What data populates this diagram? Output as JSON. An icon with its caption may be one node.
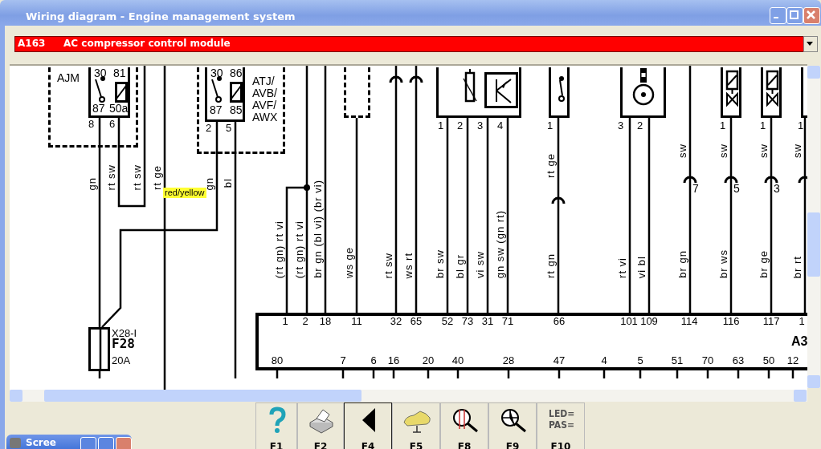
{
  "diagram": {
    "title": "Wiring diagram - Engine management system",
    "nodes": [
      {
        "text": [
          "AJM"
        ]
      },
      {
        "text": [
          "30",
          "81",
          "87",
          "50a"
        ],
        "in": 0,
        "beside": [
          "8",
          "6"
        ]
      },
      {
        "text": [
          "ATJ/ AVB/ AVF/ AWX"
        ]
      },
      {
        "text": [
          "30",
          "86",
          "87",
          "85"
        ],
        "in": 2,
        "beside": [
          "2",
          "5"
        ]
      },
      {
        "text": [],
        "shape": "box"
      },
      {
        "text": [],
        "shape": "box",
        "beside": [
          "1",
          "2",
          "3",
          "4"
        ]
      },
      {
        "text": [],
        "shape": "box",
        "beside": [
          "1"
        ]
      },
      {
        "text": [],
        "shape": "box",
        "beside": [
          "3",
          "2"
        ]
      },
      {
        "text": [],
        "shape": "box",
        "beside": [
          "1"
        ]
      },
      {
        "text": [],
        "shape": "box",
        "beside": [
          "1"
        ]
      },
      {
        "text": [],
        "shape": "box",
        "beside": [
          "1"
        ]
      },
      {
        "text": [
          "A3"
        ]
      },
      {
        "text": [],
        "shape": "box",
        "beside": [
          "X28-I",
          "F28",
          "20A"
        ]
      }
    ],
    "edges": [
      {
        "from": 1,
        "to": 12,
        "arrow": "none",
        "label": "gn"
      },
      {
        "from": 1,
        "to": null,
        "arrow": "none",
        "label": "rt sw"
      },
      {
        "from": 3,
        "to": 12,
        "arrow": "none",
        "label": "gn"
      },
      {
        "from": 3,
        "to": null,
        "arrow": "none",
        "label": "bl"
      },
      {
        "from": null,
        "to": 11,
        "arrow": "other",
        "label": "(rt gn) rt vi"
      },
      {
        "from": null,
        "to": 11,
        "arrow": "none",
        "label": "(rt gn) rt vi"
      },
      {
        "from": null,
        "to": 11,
        "arrow": "none",
        "label": "br gn (bl vi) (br vi)"
      },
      {
        "from": 4,
        "to": 11,
        "arrow": "none",
        "label": "ws ge"
      },
      {
        "from": null,
        "to": 11,
        "arrow": "none",
        "label": "rt sw"
      },
      {
        "from": null,
        "to": 11,
        "arrow": "none",
        "label": "ws rt"
      },
      {
        "from": 5,
        "to": 11,
        "arrow": "none",
        "label": "br sw"
      },
      {
        "from": 5,
        "to": 11,
        "arrow": "none",
        "label": "bl gr"
      },
      {
        "from": 5,
        "to": 11,
        "arrow": "none",
        "label": "vi sw"
      },
      {
        "from": 5,
        "to": 11,
        "arrow": "none",
        "label": "gn sw (gn rt)"
      },
      {
        "from": 6,
        "to": 11,
        "arrow": "none",
        "label": "rt gn"
      },
      {
        "from": 7,
        "to": 11,
        "arrow": "none",
        "label": "rt vi"
      },
      {
        "from": 7,
        "to": 11,
        "arrow": "none",
        "label": "vi bl"
      },
      {
        "from": null,
        "to": 11,
        "arrow": "none",
        "label": "br gn"
      },
      {
        "from": 8,
        "to": 11,
        "arrow": "none",
        "label": "br ws"
      },
      {
        "from": 9,
        "to": 11,
        "arrow": "none",
        "label": "br ge"
      },
      {
        "from": 10,
        "to": 11,
        "arrow": "none",
        "label": "br rt"
      },
      {
        "from": 11,
        "to": null,
        "arrow": "none"
      },
      {
        "from": 11,
        "to": null,
        "arrow": "none"
      },
      {
        "from": 11,
        "to": null,
        "arrow": "none"
      },
      {
        "from": 11,
        "to": null,
        "arrow": "none"
      },
      {
        "from": 11,
        "to": null,
        "arrow": "none"
      },
      {
        "from": 11,
        "to": null,
        "arrow": "none"
      },
      {
        "from": 11,
        "to": null,
        "arrow": "none"
      },
      {
        "from": 11,
        "to": null,
        "arrow": "none"
      },
      {
        "from": 11,
        "to": null,
        "arrow": "none"
      },
      {
        "from": 11,
        "to": null,
        "arrow": "none"
      },
      {
        "from": 11,
        "to": null,
        "arrow": "none"
      },
      {
        "from": 11,
        "to": null,
        "arrow": "none"
      },
      {
        "from": 11,
        "to": null,
        "arrow": "none"
      },
      {
        "from": 11,
        "to": null,
        "arrow": "none"
      },
      {
        "from": 11,
        "to": null,
        "arrow": "none"
      },
      {
        "from": 12,
        "to": null,
        "arrow": "none"
      }
    ],
    "labels": [
      "A163",
      "AC compressor control module",
      "rt sw",
      "rt ge",
      "red/yellow",
      "rt ge",
      "sw",
      "7",
      "sw",
      "5",
      "sw",
      "3",
      "sw",
      "1",
      "2",
      "18",
      "11",
      "32",
      "65",
      "52",
      "73",
      "31",
      "71",
      "66",
      "101",
      "109",
      "114",
      "116",
      "117",
      "1",
      "80",
      "7",
      "6",
      "16",
      "20",
      "40",
      "28",
      "47",
      "4",
      "5",
      "51",
      "70",
      "63",
      "50",
      "12",
      "F1",
      "F2",
      "F4",
      "F5",
      "F8",
      "F9",
      "F10",
      "LED=",
      "PAS=",
      "Scree"
    ]
  }
}
